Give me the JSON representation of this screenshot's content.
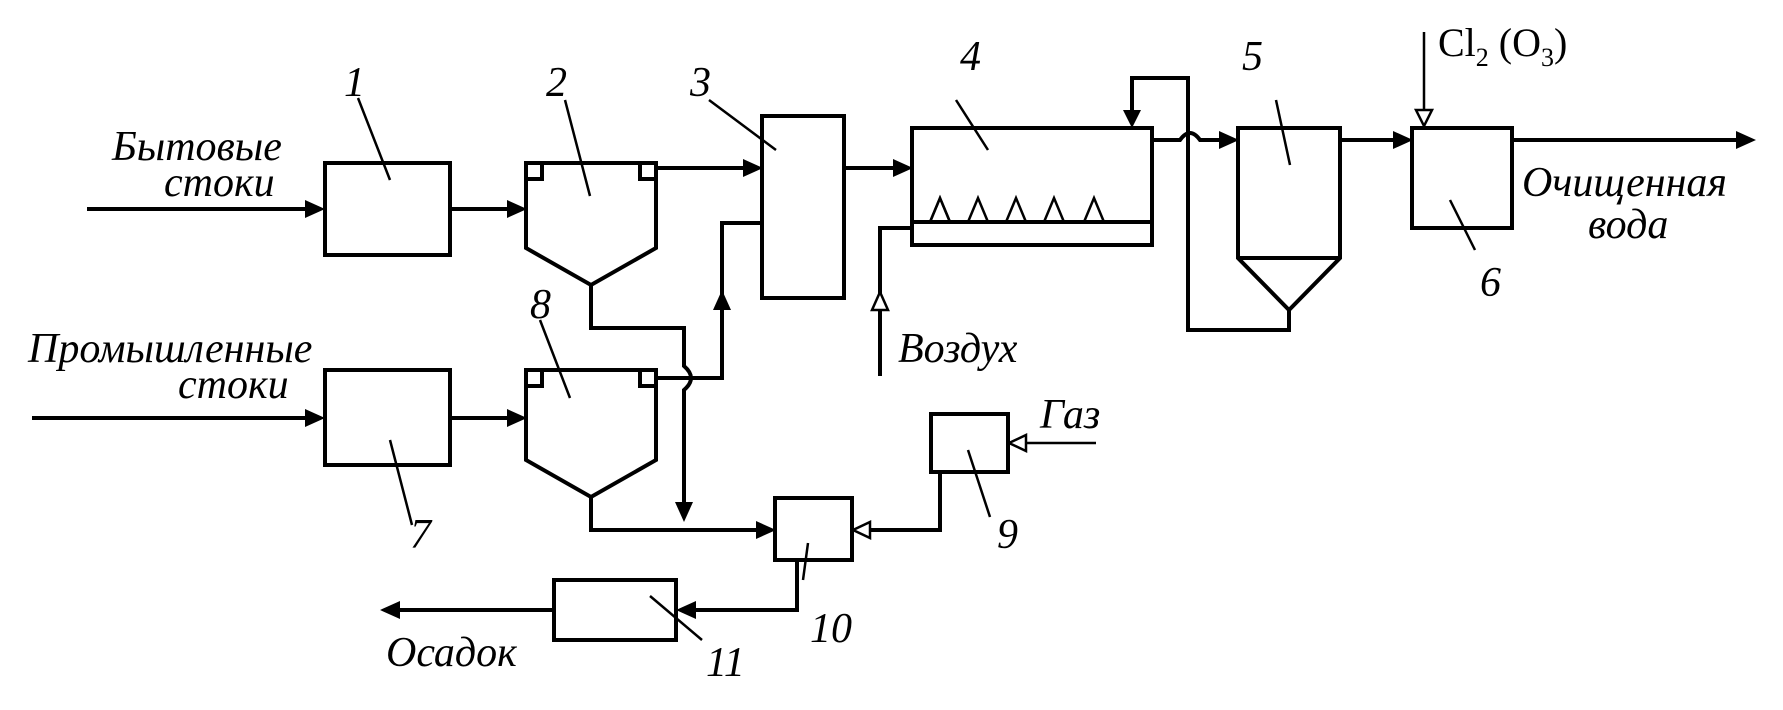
{
  "inputs": {
    "domestic_line1": "Бытовые",
    "domestic_line2": "стоки",
    "industrial_line1": "Промышленные",
    "industrial_line2": "стоки",
    "air": "Воздух",
    "gas": "Газ",
    "reagent_main": "Cl",
    "reagent_sub1": "2",
    "reagent_mid": " (O",
    "reagent_sub2": "3",
    "reagent_end": ")"
  },
  "outputs": {
    "water_line1": "Очищенная",
    "water_line2": "вода",
    "sludge": "Осадок"
  },
  "units": [
    "1",
    "2",
    "3",
    "4",
    "5",
    "6",
    "7",
    "8",
    "9",
    "10",
    "11"
  ]
}
